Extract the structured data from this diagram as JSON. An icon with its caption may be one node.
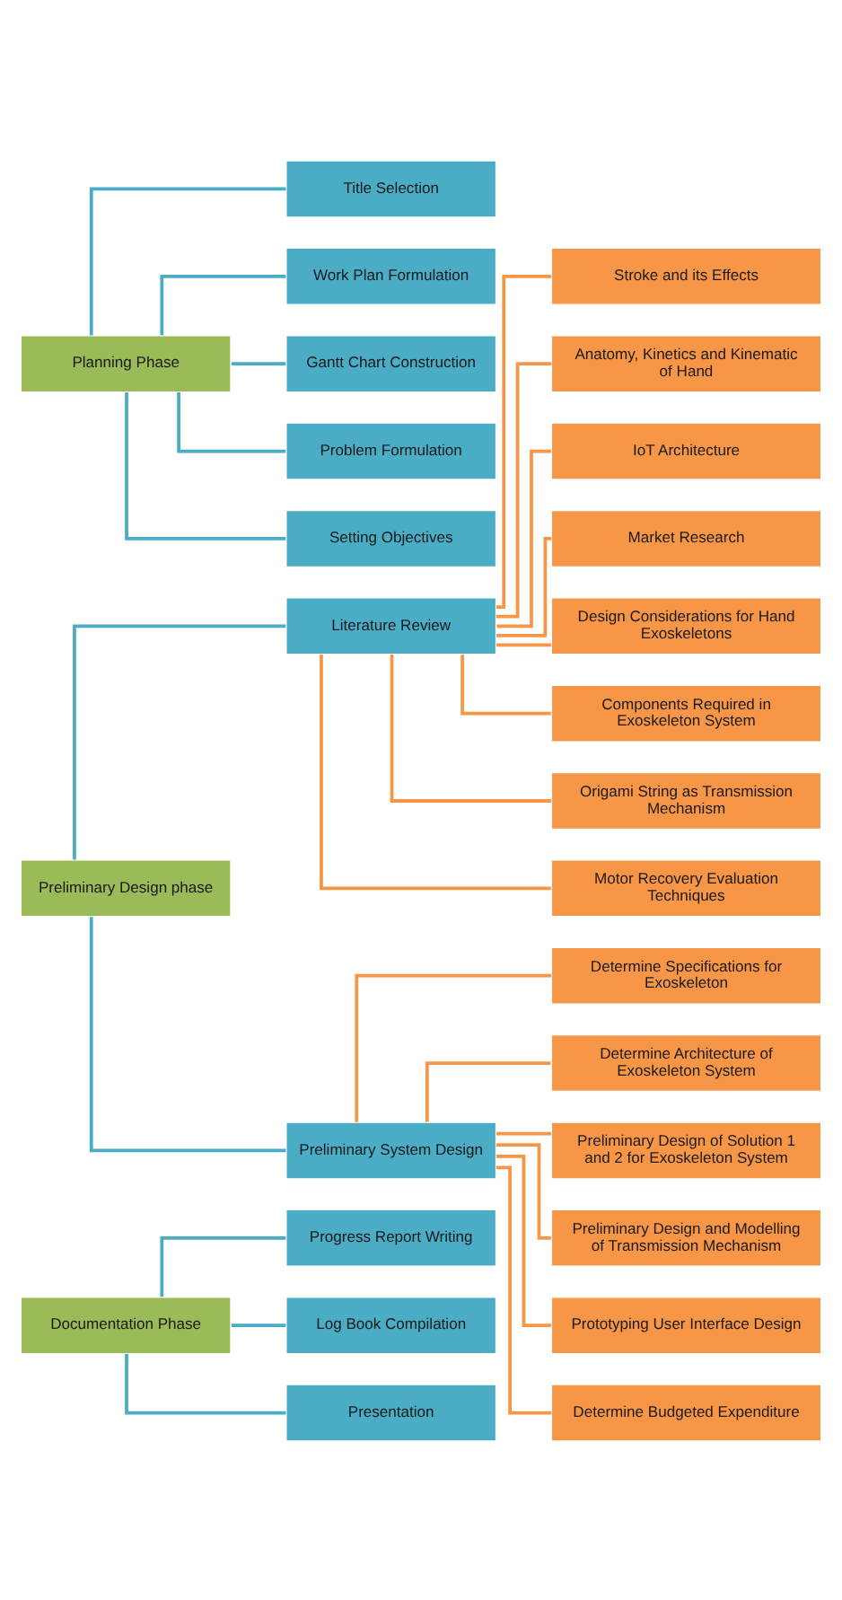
{
  "diagram": {
    "nodes": [
      {
        "text": [
          "Planning Phase"
        ]
      },
      {
        "text": [
          "Title Selection"
        ]
      },
      {
        "text": [
          "Work Plan Formulation"
        ]
      },
      {
        "text": [
          "Gantt Chart Construction"
        ]
      },
      {
        "text": [
          "Problem Formulation"
        ]
      },
      {
        "text": [
          "Setting Objectives"
        ]
      },
      {
        "text": [
          "Preliminary Design phase"
        ]
      },
      {
        "text": [
          "Literature Review"
        ]
      },
      {
        "text": [
          "Stroke and its Effects"
        ]
      },
      {
        "text": [
          "Anatomy, Kinetics and Kinematic of Hand"
        ]
      },
      {
        "text": [
          "IoT Architecture"
        ]
      },
      {
        "text": [
          "Market Research"
        ]
      },
      {
        "text": [
          "Design Considerations for Hand Exoskeletons"
        ]
      },
      {
        "text": [
          "Components Required in Exoskeleton System"
        ]
      },
      {
        "text": [
          "Origami String as Transmission Mechanism"
        ]
      },
      {
        "text": [
          "Motor Recovery Evaluation Techniques"
        ]
      },
      {
        "text": [
          "Preliminary System Design"
        ]
      },
      {
        "text": [
          "Determine Specifications for Exoskeleton"
        ]
      },
      {
        "text": [
          "Determine Architecture of Exoskeleton System"
        ]
      },
      {
        "text": [
          "Preliminary Design of Solution 1 and 2 for Exoskeleton System"
        ]
      },
      {
        "text": [
          "Preliminary Design and Modelling of Transmission Mechanism"
        ]
      },
      {
        "text": [
          "Prototyping User Interface Design"
        ]
      },
      {
        "text": [
          "Determine Budgeted Expenditure"
        ]
      },
      {
        "text": [
          "Documentation Phase"
        ]
      },
      {
        "text": [
          "Progress Report Writing"
        ]
      },
      {
        "text": [
          "Log Book Compilation"
        ]
      },
      {
        "text": [
          "Presentation"
        ]
      }
    ],
    "edges": [
      {
        "from": 0,
        "to": 1,
        "arrow": "none",
        "color": "#4bacc6"
      },
      {
        "from": 0,
        "to": 2,
        "arrow": "none",
        "color": "#4bacc6"
      },
      {
        "from": 0,
        "to": 3,
        "arrow": "none",
        "color": "#4bacc6"
      },
      {
        "from": 0,
        "to": 4,
        "arrow": "none",
        "color": "#4bacc6"
      },
      {
        "from": 0,
        "to": 5,
        "arrow": "none",
        "color": "#4bacc6"
      },
      {
        "from": 6,
        "to": 7,
        "arrow": "none",
        "color": "#4bacc6"
      },
      {
        "from": 7,
        "to": 8,
        "arrow": "none"
      },
      {
        "from": 7,
        "to": 9,
        "arrow": "none"
      },
      {
        "from": 7,
        "to": 10,
        "arrow": "none"
      },
      {
        "from": 7,
        "to": 11,
        "arrow": "none"
      },
      {
        "from": 7,
        "to": 12,
        "arrow": "none"
      },
      {
        "from": 7,
        "to": 13,
        "arrow": "none"
      },
      {
        "from": 7,
        "to": 14,
        "arrow": "none"
      },
      {
        "from": 7,
        "to": 15,
        "arrow": "none"
      },
      {
        "from": 6,
        "to": 16,
        "arrow": "none",
        "color": "#4bacc6"
      },
      {
        "from": 16,
        "to": 17,
        "arrow": "none"
      },
      {
        "from": 16,
        "to": 18,
        "arrow": "none"
      },
      {
        "from": 16,
        "to": 19,
        "arrow": "none"
      },
      {
        "from": 16,
        "to": 20,
        "arrow": "none"
      },
      {
        "from": 16,
        "to": 21,
        "arrow": "none"
      },
      {
        "from": 16,
        "to": 22,
        "arrow": "none"
      },
      {
        "from": 23,
        "to": 24,
        "arrow": "none",
        "color": "#4bacc6"
      },
      {
        "from": 23,
        "to": 25,
        "arrow": "none",
        "color": "#4bacc6"
      },
      {
        "from": 23,
        "to": 26,
        "arrow": "none",
        "color": "#4bacc6"
      }
    ]
  }
}
